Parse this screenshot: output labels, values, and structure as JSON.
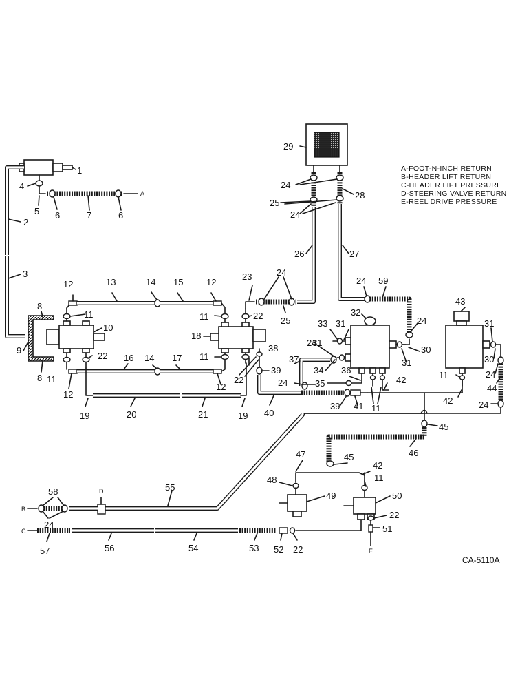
{
  "legend": [
    "A-FOOT-N-INCH RETURN",
    "B-HEADER LIFT RETURN",
    "C-HEADER LIFT PRESSURE",
    "D-STEERING VALVE RETURN",
    "E-REEL DRIVE PRESSURE"
  ],
  "drawing_code": "CA-5110A",
  "ends": {
    "a": "A",
    "b": "B",
    "c": "C",
    "d": "D",
    "e": "E"
  },
  "callouts": [
    "1",
    "2",
    "3",
    "4",
    "5",
    "6",
    "7",
    "8",
    "9",
    "10",
    "11",
    "12",
    "13",
    "14",
    "15",
    "16",
    "17",
    "18",
    "19",
    "20",
    "21",
    "22",
    "23",
    "24",
    "25",
    "26",
    "27",
    "28",
    "29",
    "30",
    "31",
    "32",
    "33",
    "34",
    "35",
    "36",
    "37",
    "38",
    "39",
    "40",
    "41",
    "42",
    "43",
    "44",
    "45",
    "46",
    "47",
    "48",
    "49",
    "50",
    "51",
    "52",
    "53",
    "54",
    "55",
    "56",
    "57",
    "58",
    "59"
  ]
}
